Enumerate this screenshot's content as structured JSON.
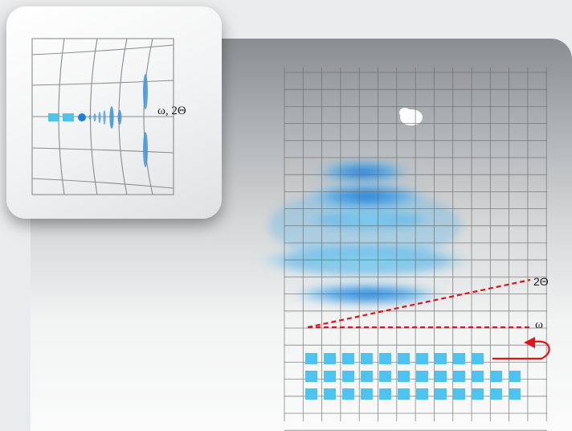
{
  "inset": {
    "scan_label": "ω, 2Θ"
  },
  "main": {
    "label_2theta": "2Θ",
    "label_omega": "ω"
  },
  "colors": {
    "accent_blue": "#4fc3f0",
    "beam_red": "#e0141c",
    "grid": "#6a6a6a"
  },
  "icons": [
    "detector-pixel-icon",
    "rotation-arrow-icon"
  ]
}
